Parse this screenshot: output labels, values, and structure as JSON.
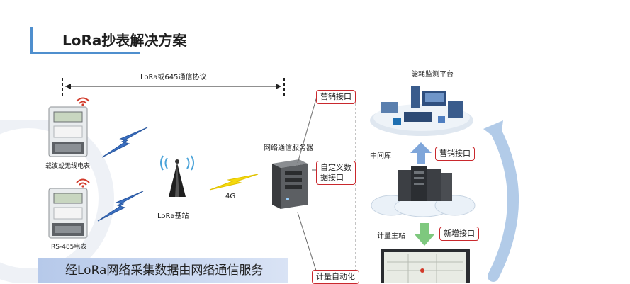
{
  "header": {
    "title": "LoRa抄表解决方案"
  },
  "protocol": {
    "label": "LoRa或645通信协议"
  },
  "meters": {
    "top_label": "载波或无线电表",
    "bottom_label": "RS-485电表"
  },
  "base_station": {
    "label": "LoRa基站"
  },
  "link": {
    "label": "4G"
  },
  "server": {
    "label": "网络通信服务器"
  },
  "interfaces": {
    "marketing_1": "营销接口",
    "custom_line1": "自定义数",
    "custom_line2": "据接口",
    "metering_auto": "计量自动化",
    "marketing_2": "营销接口",
    "new_interface": "新增接口"
  },
  "platform": {
    "label": "能耗监测平台"
  },
  "middleware": {
    "label": "中间库"
  },
  "master_station": {
    "label": "计量主站"
  },
  "banner": {
    "text": "经LoRa网络采集数据由网络通信服务"
  },
  "colors": {
    "accent_blue": "#4f8fce",
    "interface_red": "#c9282d",
    "lightning_blue": "#3a6fc1",
    "lightning_yellow": "#f5d90c",
    "down_arrow_green": "#7ec87e",
    "up_arrow_blue": "#7fa6da"
  }
}
